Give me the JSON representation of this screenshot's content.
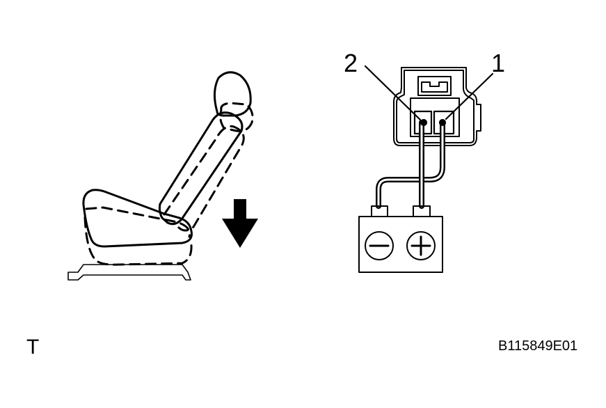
{
  "labels": {
    "terminal_2": "2",
    "terminal_1": "1",
    "corner_mark": "T",
    "figure_id": "B115849E01"
  },
  "icons": {
    "seat": "seat-recline-icon",
    "direction": "down-arrow-icon",
    "battery": "battery-icon",
    "negative": "minus-terminal-icon",
    "positive": "plus-terminal-icon",
    "connector": "motor-connector-icon"
  },
  "colors": {
    "ink": "#000000",
    "background": "#ffffff"
  }
}
